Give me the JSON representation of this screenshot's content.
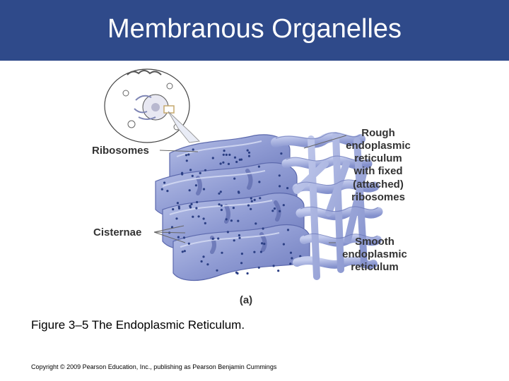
{
  "slide": {
    "title": "Membranous Organelles",
    "caption": "Figure 3–5 The Endoplasmic Reticulum.",
    "copyright": "Copyright © 2009 Pearson Education, Inc., publishing as Pearson Benjamin Cummings"
  },
  "figure": {
    "labels": {
      "ribosomes": "Ribosomes",
      "cisternae": "Cisternae",
      "rough_er": [
        "Rough",
        "endoplasmic",
        "reticulum",
        "with fixed",
        "(attached)",
        "ribosomes"
      ],
      "smooth_er": [
        "Smooth",
        "endoplasmic",
        "reticulum"
      ],
      "panel": "(a)"
    },
    "colors": {
      "er_fill": "#8f9bd3",
      "er_dark": "#5c69ad",
      "er_light": "#b9c2e8",
      "ribosome_dot": "#2b3f84",
      "leader_line": "#666666"
    }
  }
}
